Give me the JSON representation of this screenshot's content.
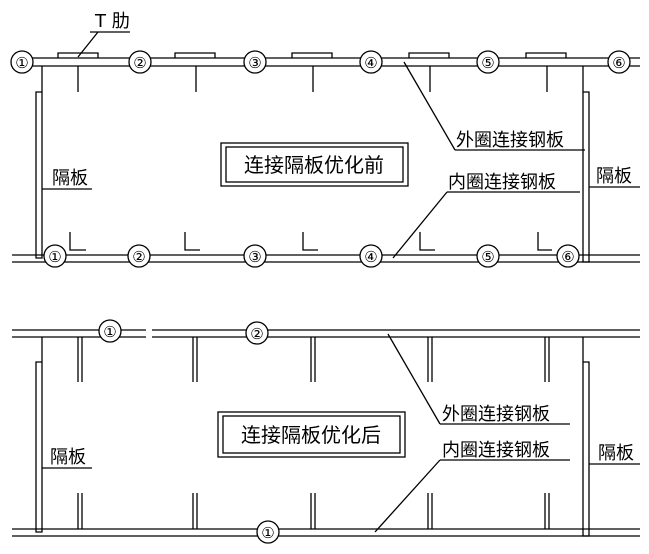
{
  "top": {
    "rib_label": "T 肋",
    "title": "连接隔板优化前",
    "outer_plate_label": "外圈连接钢板",
    "inner_plate_label": "内圈连接钢板",
    "left_diaphragm_label": "隔板",
    "right_diaphragm_label": "隔板",
    "top_marks": [
      "①",
      "②",
      "③",
      "④",
      "⑤",
      "⑥"
    ],
    "bottom_marks": [
      "①",
      "②",
      "③",
      "④",
      "⑤",
      "⑥"
    ]
  },
  "bottom": {
    "title": "连接隔板优化后",
    "outer_plate_label": "外圈连接钢板",
    "inner_plate_label": "内圈连接钢板",
    "left_diaphragm_label": "隔板",
    "right_diaphragm_label": "隔板",
    "top_marks": [
      "①",
      "②"
    ],
    "bottom_marks": [
      "①"
    ]
  }
}
